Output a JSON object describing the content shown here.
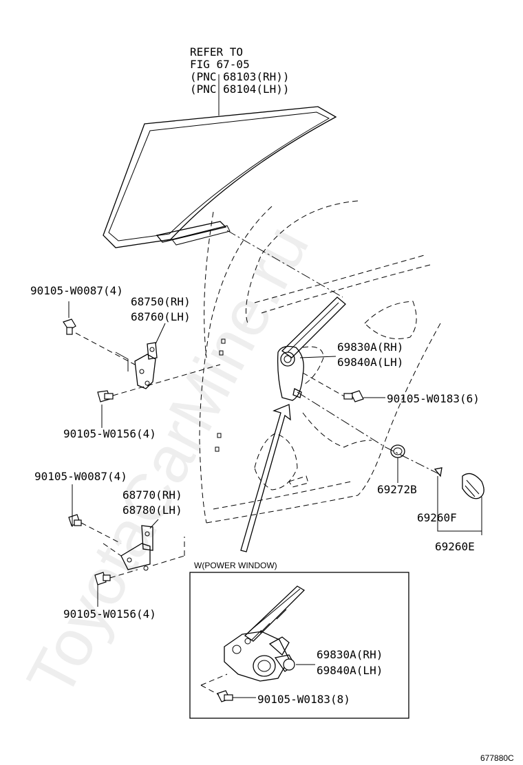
{
  "watermark": "ToyotaCarMine.ru",
  "refer_note": {
    "line1": "REFER TO",
    "line2": "FIG 67-05",
    "line3": "(PNC 68103(RH))",
    "line4": "(PNC 68104(LH))"
  },
  "labels": {
    "bolt_upper_hinge_top": "90105-W0087(4)",
    "hinge_upper_rh": "68750(RH)",
    "hinge_upper_lh": "68760(LH)",
    "bolt_upper_hinge_bottom": "90105-W0156(4)",
    "regulator_rh": "69830A(RH)",
    "regulator_lh": "69840A(LH)",
    "regulator_bolt": "90105-W0183(6)",
    "bolt_lower_hinge_top": "90105-W0087(4)",
    "hinge_lower_rh": "68770(RH)",
    "hinge_lower_lh": "68780(LH)",
    "bolt_lower_hinge_bottom": "90105-W0156(4)",
    "plug": "69272B",
    "cylinder_f": "69260F",
    "cylinder_e": "69260E"
  },
  "inset": {
    "title": "W(POWER WINDOW)",
    "regulator_rh": "69830A(RH)",
    "regulator_lh": "69840A(LH)",
    "bolt": "90105-W0183(8)"
  },
  "figure_code": "677880C"
}
